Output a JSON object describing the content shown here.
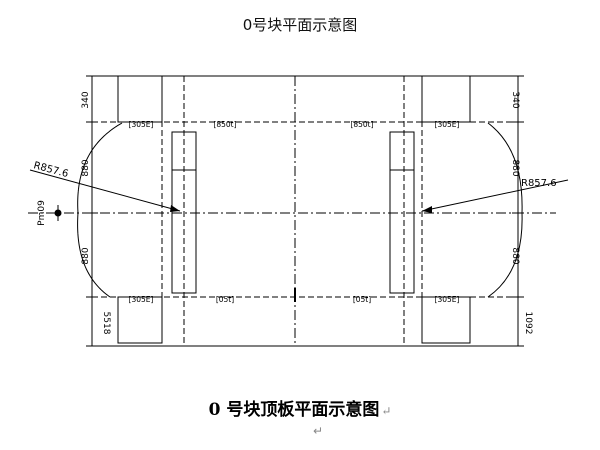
{
  "drawing_title": "0号块平面示意图",
  "caption": {
    "text": "0  号块顶板平面示意图",
    "para_mark": "↵"
  },
  "trailing_para_mark": "↵",
  "dims": {
    "left_top": "340",
    "left_upper": "880",
    "left_lower": "880",
    "left_bottom": "5518",
    "right_top": "340",
    "right_upper": "880",
    "right_lower": "880",
    "right_bottom": "1092"
  },
  "radii": {
    "left": "R857.6",
    "right": "R857.6"
  },
  "pm_label": "Pm09",
  "bracket_labels": {
    "top": [
      "[305E]",
      "[850t]",
      "[850t]",
      "[305E]"
    ],
    "bottom": [
      "[305E]",
      "[05t]",
      "[05t]",
      "[305E]"
    ]
  }
}
